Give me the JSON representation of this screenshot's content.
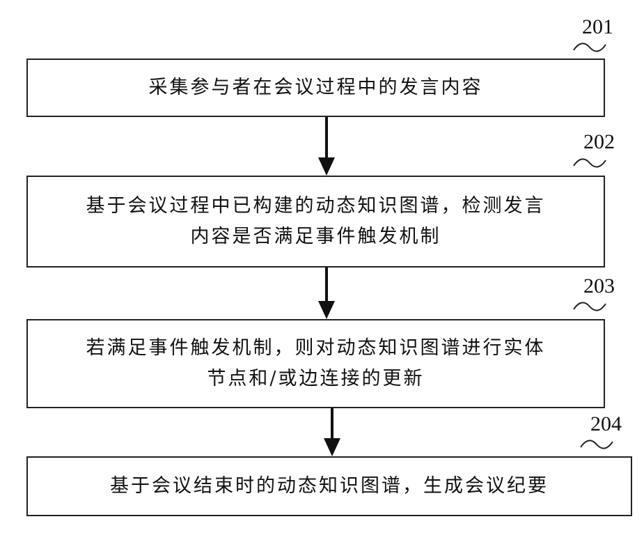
{
  "steps": [
    {
      "id": "201",
      "lines": [
        "采集参与者在会议过程中的发言内容"
      ]
    },
    {
      "id": "202",
      "lines": [
        "基于会议过程中已构建的动态知识图谱，检测发言",
        "内容是否满足事件触发机制"
      ]
    },
    {
      "id": "203",
      "lines": [
        "若满足事件触发机制，则对动态知识图谱进行实体",
        "节点和/或边连接的更新"
      ]
    },
    {
      "id": "204",
      "lines": [
        "基于会议结束时的动态知识图谱，生成会议纪要"
      ]
    }
  ]
}
